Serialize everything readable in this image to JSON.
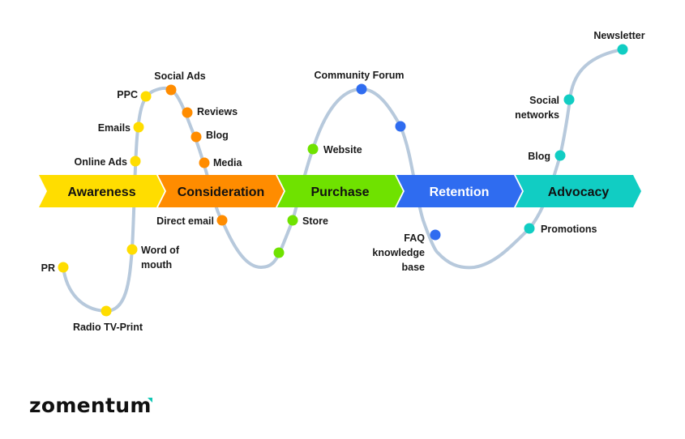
{
  "diagram": {
    "title": "Customer journey touchpoints",
    "curve_color": "#b7c9dc",
    "stages": [
      {
        "name": "Awareness",
        "color": "#ffdd00",
        "text_color": "#111111"
      },
      {
        "name": "Consideration",
        "color": "#ff8c00",
        "text_color": "#111111"
      },
      {
        "name": "Purchase",
        "color": "#6fe200",
        "text_color": "#111111"
      },
      {
        "name": "Retention",
        "color": "#2f6cf0",
        "text_color": "#ffffff"
      },
      {
        "name": "Advocacy",
        "color": "#11cdc3",
        "text_color": "#111111"
      }
    ],
    "touchpoints": [
      {
        "label": "PR",
        "stage": "Awareness",
        "color": "#ffdd00"
      },
      {
        "label": "Radio TV-Print",
        "stage": "Awareness",
        "color": "#ffdd00"
      },
      {
        "label": "Word of mouth",
        "stage": "Awareness",
        "color": "#ffdd00"
      },
      {
        "label": "Online Ads",
        "stage": "Awareness",
        "color": "#ffdd00"
      },
      {
        "label": "Emails",
        "stage": "Awareness",
        "color": "#ffdd00"
      },
      {
        "label": "PPC",
        "stage": "Awareness",
        "color": "#ffdd00"
      },
      {
        "label": "Social Ads",
        "stage": "Consideration",
        "color": "#ff8c00"
      },
      {
        "label": "Reviews",
        "stage": "Consideration",
        "color": "#ff8c00"
      },
      {
        "label": "Blog",
        "stage": "Consideration",
        "color": "#ff8c00"
      },
      {
        "label": "Media",
        "stage": "Consideration",
        "color": "#ff8c00"
      },
      {
        "label": "Direct email",
        "stage": "Consideration",
        "color": "#ff8c00"
      },
      {
        "label": "",
        "stage": "Purchase",
        "color": "#6fe200"
      },
      {
        "label": "Store",
        "stage": "Purchase",
        "color": "#6fe200"
      },
      {
        "label": "Website",
        "stage": "Purchase",
        "color": "#6fe200"
      },
      {
        "label": "Community Forum",
        "stage": "Retention",
        "color": "#2f6cf0"
      },
      {
        "label": "",
        "stage": "Retention",
        "color": "#2f6cf0"
      },
      {
        "label": "FAQ knowledge base",
        "stage": "Retention",
        "color": "#2f6cf0"
      },
      {
        "label": "Promotions",
        "stage": "Advocacy",
        "color": "#11cdc3"
      },
      {
        "label": "Blog",
        "stage": "Advocacy",
        "color": "#11cdc3"
      },
      {
        "label": "Social networks",
        "stage": "Advocacy",
        "color": "#11cdc3"
      },
      {
        "label": "Newsletter",
        "stage": "Advocacy",
        "color": "#11cdc3"
      }
    ]
  },
  "logo": {
    "text": "zomentum",
    "accent_color": "#12c7b5"
  }
}
